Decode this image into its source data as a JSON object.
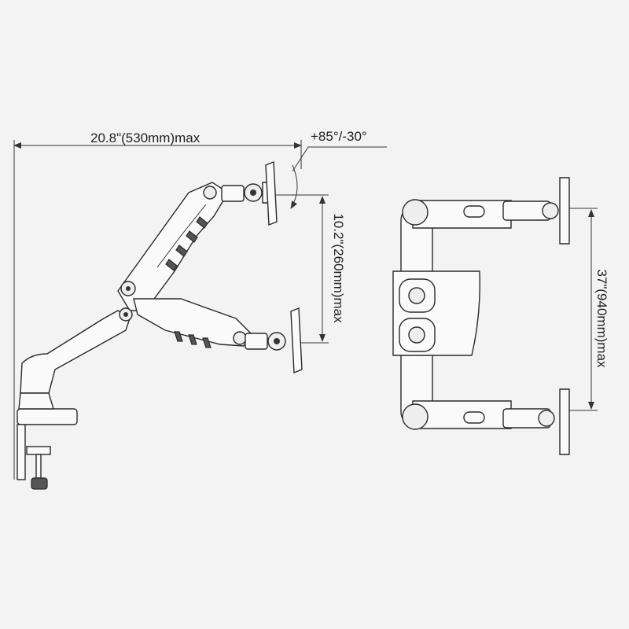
{
  "dimensions": {
    "reach": "20.8\"(530mm)max",
    "tilt": "+85°/-30°",
    "height": "10.2\"(260mm)max",
    "span": "37\"(940mm)max"
  },
  "colors": {
    "line": "#2a2a2a",
    "background": "#f3f3f3"
  }
}
